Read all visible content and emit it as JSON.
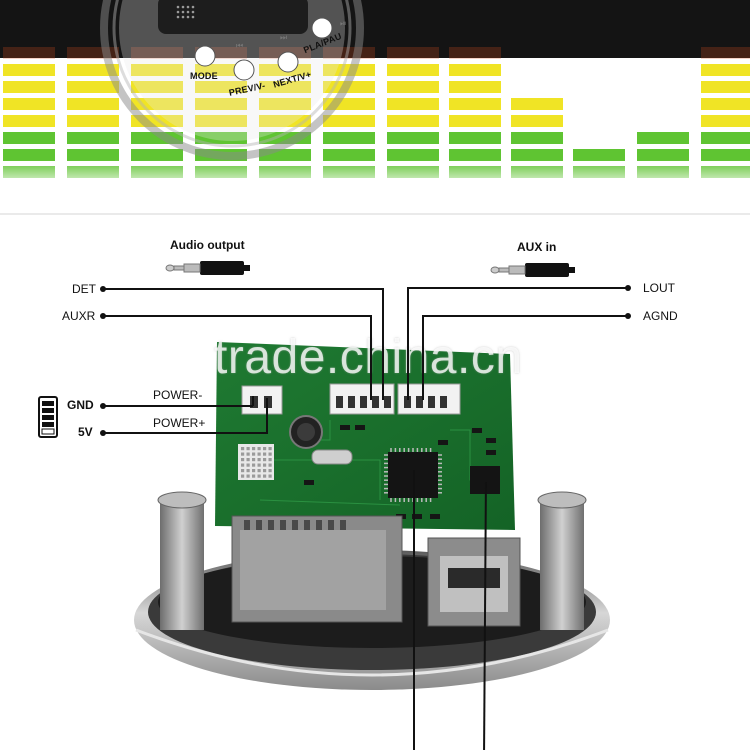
{
  "device": {
    "mode": "MODE",
    "prev": "PREV/V-",
    "next": "NEXT/V+",
    "play": "PLA/PAU"
  },
  "audio_output": "Audio output",
  "aux_in": "AUX in",
  "pins": {
    "det": "DET",
    "auxr": "AUXR",
    "lout": "LOUT",
    "agnd": "AGND",
    "gnd": "GND",
    "v5": "5V",
    "power_minus": "POWER-",
    "power_plus": "POWER+"
  },
  "watermark": "trade.china.cn"
}
